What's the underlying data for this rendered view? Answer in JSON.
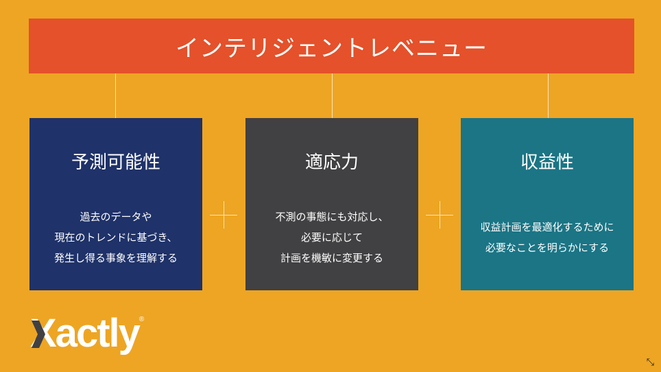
{
  "banner": {
    "title": "インテリジェントレベニュー"
  },
  "pillars": [
    {
      "title": "予測可能性",
      "lines": [
        "過去のデータや",
        "現在のトレンドに基づき、",
        "発生し得る事象を理解する"
      ],
      "color": "#1F3269"
    },
    {
      "title": "適応力",
      "lines": [
        "不測の事態にも対応し、",
        "必要に応じて",
        "計画を機敏に変更する"
      ],
      "color": "#414042"
    },
    {
      "title": "収益性",
      "lines": [
        "収益計画を最適化するために",
        "必要なことを明らかにする"
      ],
      "color": "#1B7585"
    }
  ],
  "logo": {
    "text": "Xactly",
    "registered": "®"
  },
  "colors": {
    "background": "#EEA523",
    "banner": "#E4512A"
  }
}
